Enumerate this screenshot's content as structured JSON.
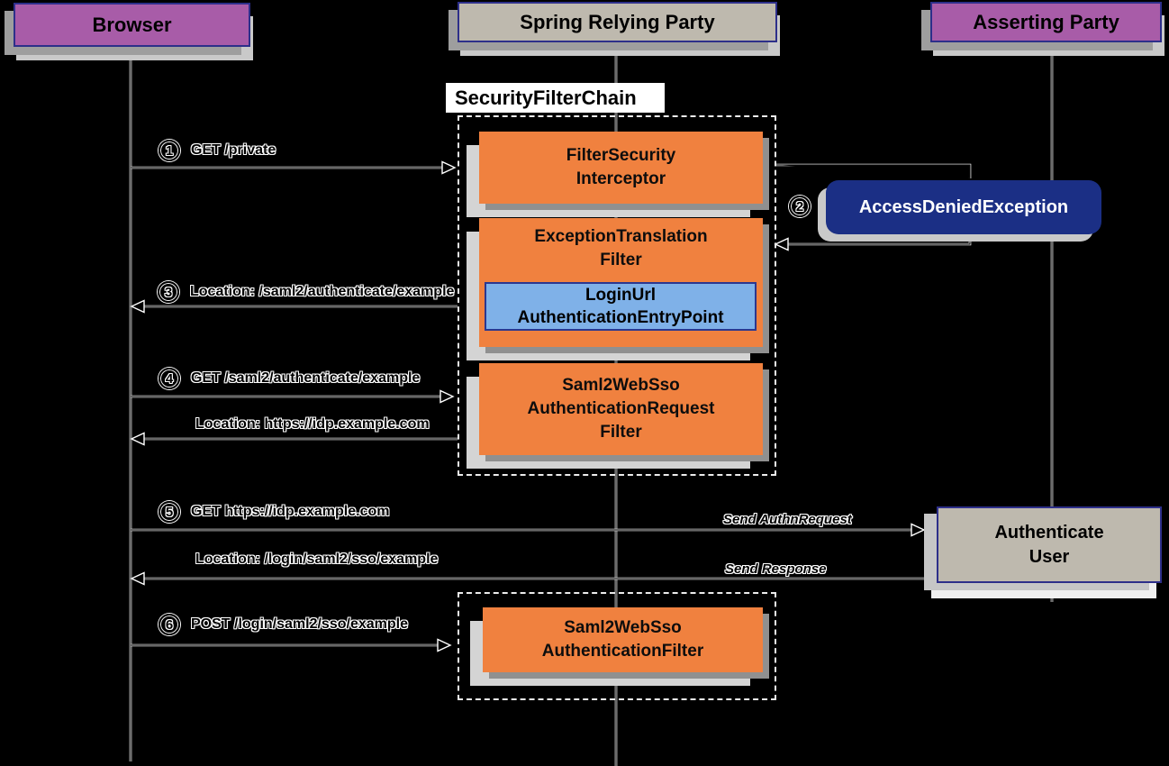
{
  "actors": {
    "browser": {
      "label": "Browser"
    },
    "relying_party": {
      "label": "Spring Relying Party"
    },
    "asserting_party": {
      "label": "Asserting Party"
    }
  },
  "filter_chain": {
    "label": "SecurityFilterChain",
    "filters": {
      "filter_security_interceptor": {
        "line1": "FilterSecurity",
        "line2": "Interceptor"
      },
      "exception_translation_filter": {
        "line1": "ExceptionTranslation",
        "line2": "Filter"
      },
      "login_url_entry_point": {
        "line1": "LoginUrl",
        "line2": "AuthenticationEntryPoint"
      },
      "saml2_authn_request_filter": {
        "line1": "Saml2WebSso",
        "line2": "AuthenticationRequest",
        "line3": "Filter"
      },
      "saml2_authentication_filter": {
        "line1": "Saml2WebSso",
        "line2": "AuthenticationFilter"
      }
    }
  },
  "exception": {
    "label": "AccessDeniedException"
  },
  "authenticate_user": {
    "line1": "Authenticate",
    "line2": "User"
  },
  "messages": {
    "m1": {
      "num": "1",
      "text": "GET /private"
    },
    "m2": {
      "num": "2"
    },
    "m3": {
      "num": "3",
      "text": "Location: /saml2/authenticate/example"
    },
    "m4": {
      "num": "4",
      "text": "GET /saml2/authenticate/example",
      "return_text": "Location: https://idp.example.com"
    },
    "m5": {
      "num": "5",
      "text": "GET https://idp.example.com",
      "send_label": "Send AuthnRequest",
      "return_text": "Location: /login/saml2/sso/example",
      "response_label": "Send Response"
    },
    "m6": {
      "num": "6",
      "text": "POST /login/saml2/sso/example"
    }
  },
  "colors": {
    "actor_purple": "#A85CA8",
    "actor_gray": "#BEB9AE",
    "filter_orange": "#F0813F",
    "entry_point_blue": "#7FB1E8",
    "exception_navy": "#1B2F85",
    "border_navy": "#2D2F8A",
    "background": "#000000"
  }
}
